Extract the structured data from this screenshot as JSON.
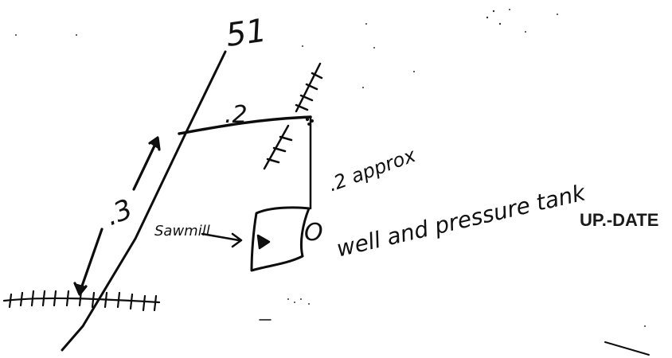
{
  "sketch": {
    "road_label": "51",
    "segment_top_label": ".2",
    "segment_left_label": ".3",
    "segment_right_label": ".2 approx",
    "sawmill_label": "Sawmill",
    "well_marker": "O",
    "well_label": "well and pressure tank",
    "stamp_text": "UP.-DATE"
  }
}
